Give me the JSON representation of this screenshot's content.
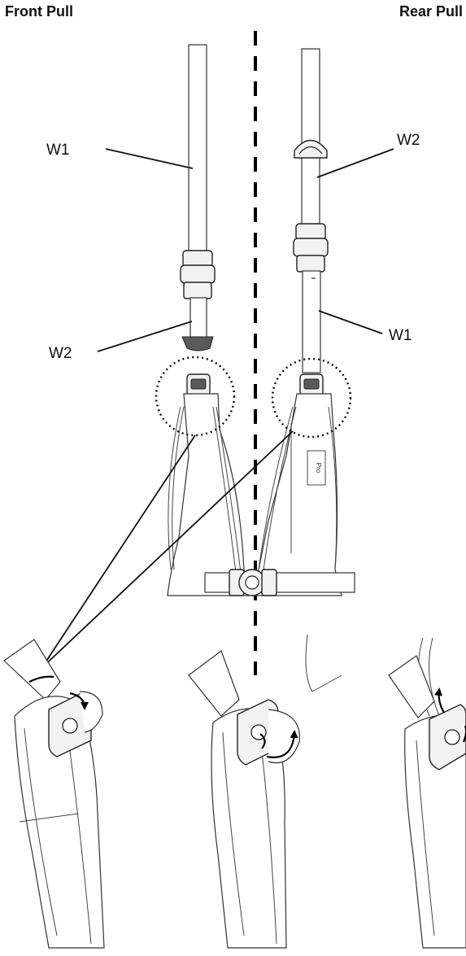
{
  "headers": {
    "front": "Front Pull",
    "rear": "Rear Pull"
  },
  "labels": {
    "front_upper": "W1",
    "front_lower": "W2",
    "rear_upper": "W2",
    "rear_lower": "W1"
  },
  "tag_text": "Pro"
}
